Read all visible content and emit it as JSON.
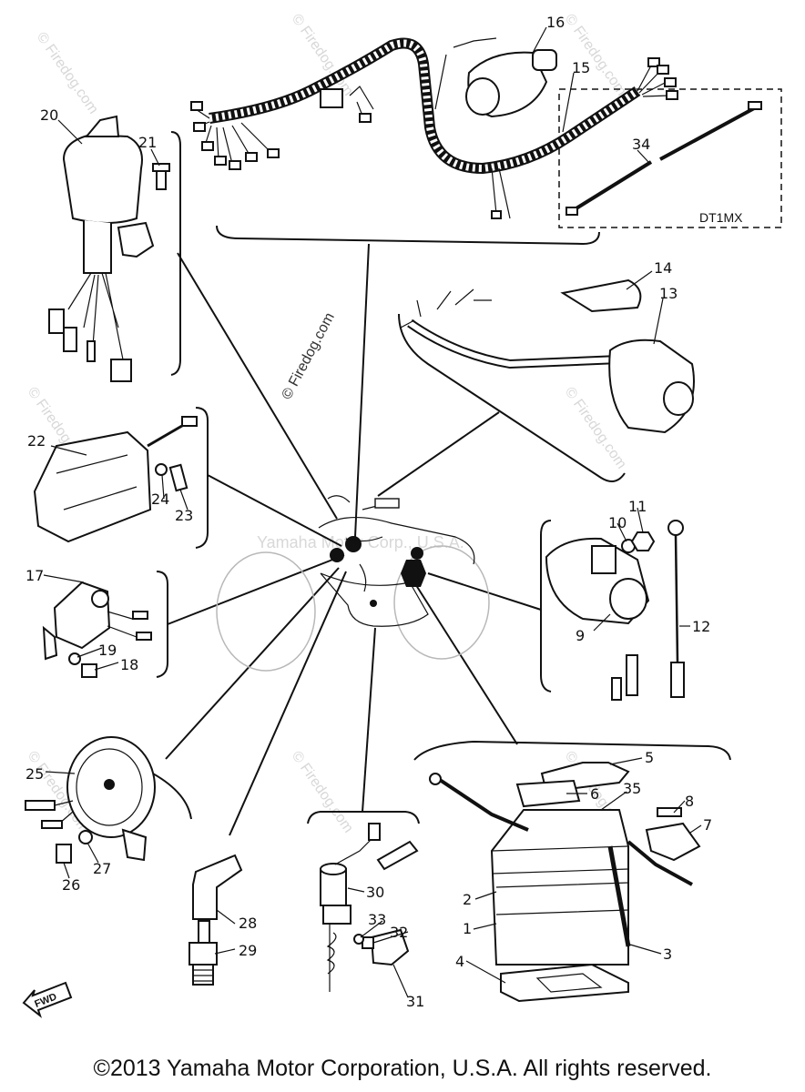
{
  "labels": {
    "p1": "1",
    "p2": "2",
    "p3": "3",
    "p4": "4",
    "p5": "5",
    "p6": "6",
    "p7": "7",
    "p8": "8",
    "p9": "9",
    "p10": "10",
    "p11": "11",
    "p12": "12",
    "p13": "13",
    "p14": "14",
    "p15": "15",
    "p16": "16",
    "p17": "17",
    "p18": "18",
    "p19": "19",
    "p20": "20",
    "p21": "21",
    "p22": "22",
    "p23": "23",
    "p24": "24",
    "p25": "25",
    "p26": "26",
    "p27": "27",
    "p28": "28",
    "p29": "29",
    "p30": "30",
    "p31": "31",
    "p32": "32",
    "p33": "33",
    "p34": "34",
    "p35": "35"
  },
  "model_box_label": "DT1MX",
  "fwd_label": "FWD",
  "watermarks": {
    "firedog": "© Firedog.com",
    "yamaha": "Yamaha Motor Corp., U.S.A."
  },
  "copyright": "©2013 Yamaha Motor Corporation, U.S.A. All rights reserved."
}
